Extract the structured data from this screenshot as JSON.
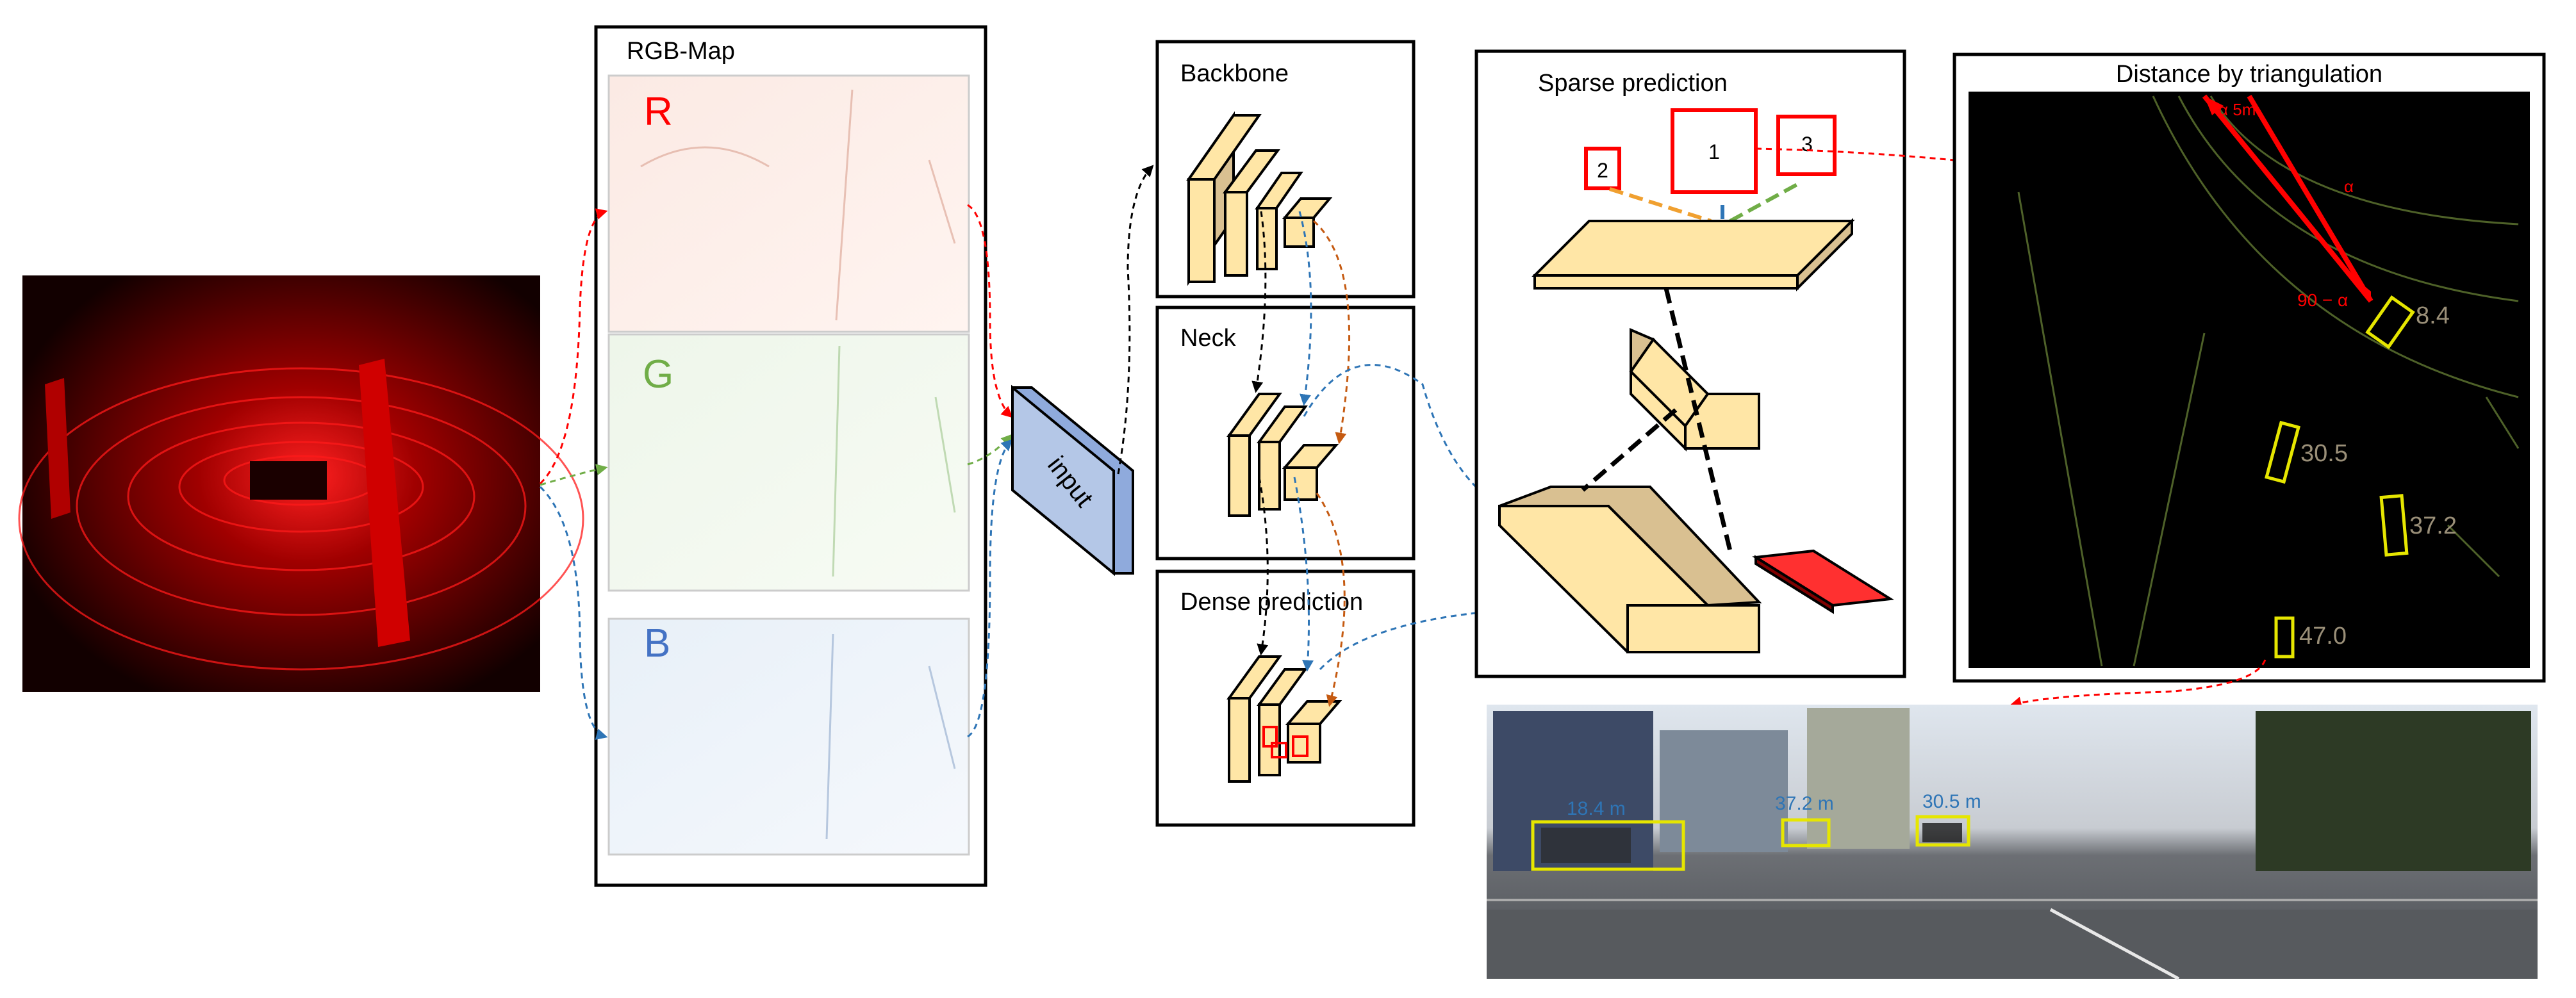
{
  "rgb_map": {
    "title": "RGB-Map",
    "channels": [
      {
        "label": "R",
        "color": "#ff0000"
      },
      {
        "label": "G",
        "color": "#70ad47"
      },
      {
        "label": "B",
        "color": "#4472c4"
      }
    ]
  },
  "input_label": "input",
  "stages": {
    "backbone": "Backbone",
    "neck": "Neck",
    "dense": "Dense prediction",
    "sparse": "Sparse prediction"
  },
  "sparse_boxes": [
    "1",
    "2",
    "3"
  ],
  "triangulation": {
    "title": "Distance by triangulation",
    "angle_label": "90 − α",
    "alpha": "α",
    "top_label": "α 5m",
    "distances": [
      "8.4",
      "30.5",
      "37.2",
      "47.0"
    ]
  },
  "road_labels": [
    "18.4 m",
    "37.2 m",
    "30.5 m"
  ],
  "colors": {
    "red": "#ff0000",
    "green": "#70ad47",
    "blue": "#2e75b6",
    "orange": "#c55a11",
    "block": "#ffe6a6",
    "block_dark": "#d9c091",
    "lidar_bg": "#000000",
    "input_fill": "#b4c7e7"
  }
}
